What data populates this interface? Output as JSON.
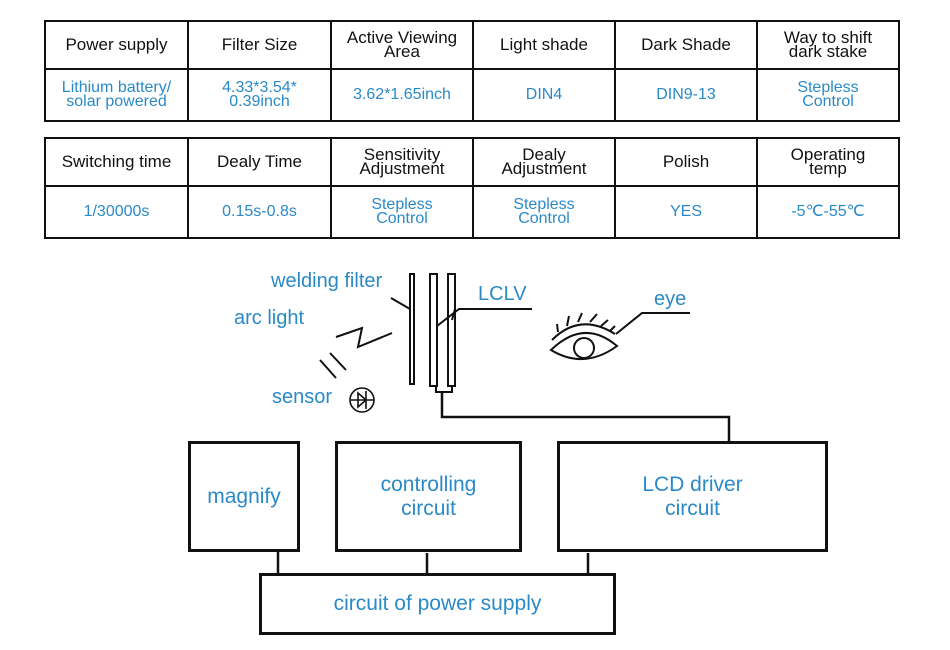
{
  "accent_color": "#2a8ac7",
  "table1": {
    "headers": [
      "Power supply",
      "Filter Size",
      "Active Viewing Area",
      "Light shade",
      "Dark Shade",
      "Way to shift dark stake"
    ],
    "header_lines": [
      [
        "Power supply"
      ],
      [
        "Filter Size"
      ],
      [
        "Active Viewing",
        "Area"
      ],
      [
        "Light shade"
      ],
      [
        "Dark Shade"
      ],
      [
        "Way to shift",
        "dark stake"
      ]
    ],
    "values": [
      [
        "Lithium battery/",
        "solar powered"
      ],
      [
        "4.33*3.54*",
        "0.39inch"
      ],
      [
        "3.62*1.65inch"
      ],
      [
        "DIN4"
      ],
      [
        "DIN9-13"
      ],
      [
        "Stepless",
        "Control"
      ]
    ]
  },
  "table2": {
    "headers": [
      "Switching time",
      "Dealy Time",
      "Sensitivity Adjustment",
      "Dealy Adjustment",
      "Polish",
      "Operating temp"
    ],
    "header_lines": [
      [
        "Switching time"
      ],
      [
        "Dealy Time"
      ],
      [
        "Sensitivity",
        "Adjustment"
      ],
      [
        "Dealy",
        "Adjustment"
      ],
      [
        "Polish"
      ],
      [
        "Operating",
        "temp"
      ]
    ],
    "values": [
      [
        "1/30000s"
      ],
      [
        "0.15s-0.8s"
      ],
      [
        "Stepless",
        "Control"
      ],
      [
        "Stepless",
        "Control"
      ],
      [
        "YES"
      ],
      [
        "-5℃-55℃"
      ]
    ]
  },
  "diagram": {
    "labels": {
      "welding_filter": "welding filter",
      "lclv": "LCLV",
      "arc_light": "arc light",
      "sensor": "sensor",
      "eye": "eye"
    },
    "boxes": {
      "magnify": "magnify",
      "controlling_line1": "controlling",
      "controlling_line2": "circuit",
      "lcd_line1": "LCD driver",
      "lcd_line2": "circuit",
      "power": "circuit of power supply"
    }
  }
}
